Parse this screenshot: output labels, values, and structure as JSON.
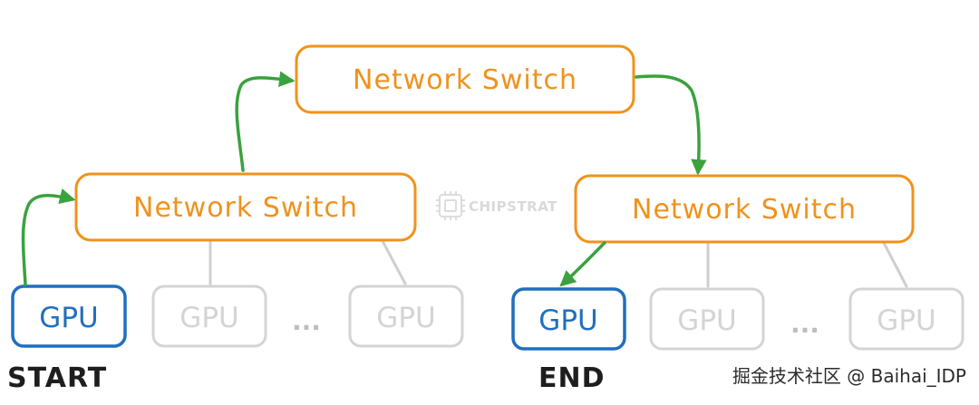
{
  "diagram": {
    "switches": {
      "top": "Network Switch",
      "left": "Network Switch",
      "right": "Network Switch"
    },
    "gpus": {
      "left_1": "GPU",
      "left_2": "GPU",
      "left_3": "GPU",
      "right_1": "GPU",
      "right_2": "GPU",
      "right_3": "GPU"
    },
    "ellipsis_left": "...",
    "ellipsis_right": "...",
    "start_label": "START",
    "end_label": "END"
  },
  "logo": {
    "text": "CHIPSTRAT"
  },
  "watermark": {
    "text": "掘金技术社区 @ Baihai_IDP"
  },
  "colors": {
    "switch_border": "#f0921c",
    "active_gpu": "#1f6fbf",
    "inactive_gpu": "#d4d4d4",
    "path_arrow": "#3aa23e",
    "connector": "#cfcfcf"
  }
}
